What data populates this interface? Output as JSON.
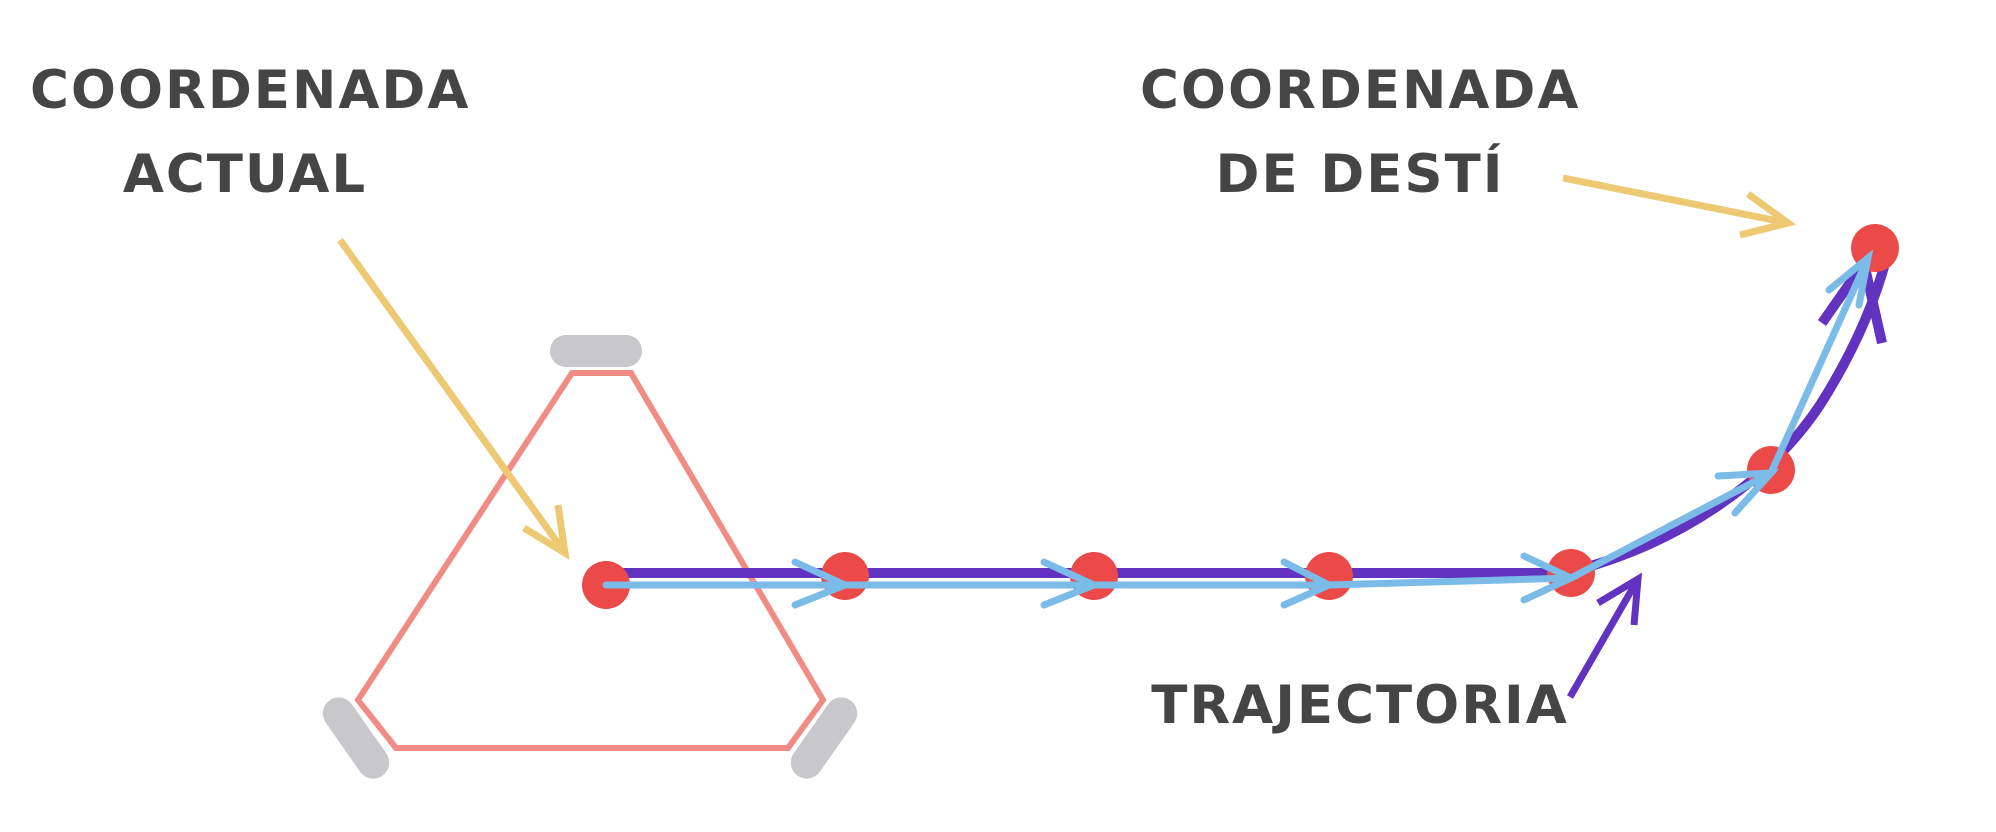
{
  "labels": {
    "current_line1": "COORDENADA",
    "current_line2": "ACTUAL",
    "target_line1": "COORDENADA",
    "target_line2": "DE DESTÍ",
    "trajectory": "TRAJECTORIA"
  },
  "colors": {
    "text": "#454545",
    "robot_frame": "#f18b85",
    "wheel": "#c8c8cc",
    "waypoint": "#ec4a49",
    "trajectory": "#6232c0",
    "direction_arrows": "#7bbbe8",
    "callout_arrows": "#ecc972"
  },
  "icons": {
    "robot": "three-wheeled-robot-triangle",
    "waypoint": "red-dot",
    "direction": "open-chevron-arrow"
  }
}
